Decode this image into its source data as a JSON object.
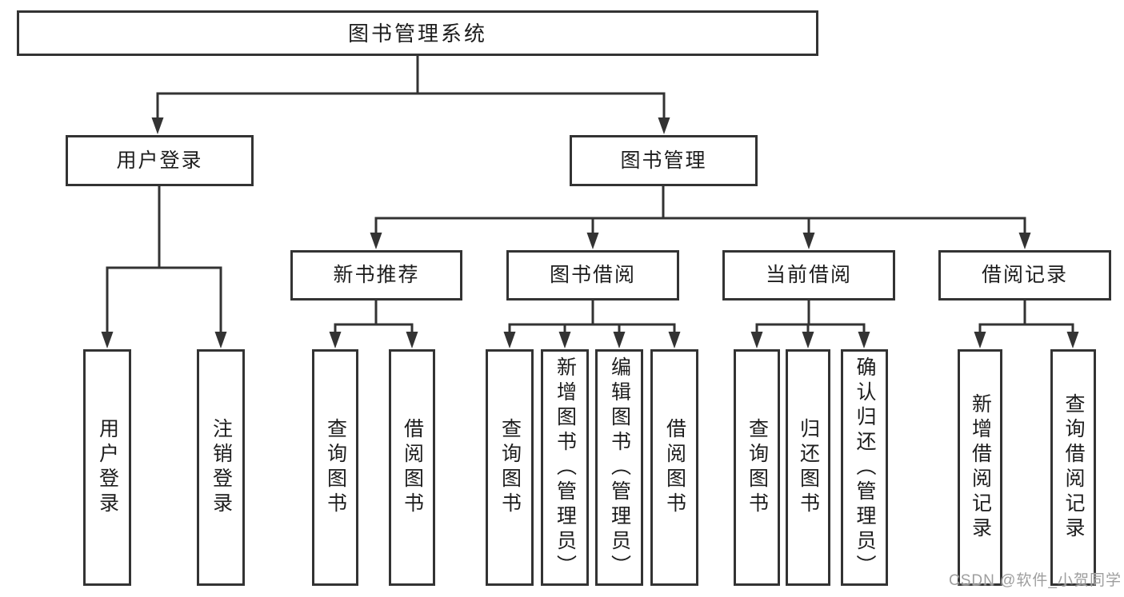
{
  "colors": {
    "background": "#ffffff",
    "line": "#333333",
    "border": "#333333",
    "text": "#1d1d1d",
    "box_fill": "#ffffff",
    "watermark": "#9e9e9e"
  },
  "nodes": {
    "root": {
      "label": "图书管理系统"
    },
    "user_login": {
      "label": "用户登录"
    },
    "book_mgmt": {
      "label": "图书管理"
    },
    "new_book_rec": {
      "label": "新书推荐"
    },
    "book_borrow": {
      "label": "图书借阅"
    },
    "current_borrow": {
      "label": "当前借阅"
    },
    "borrow_records": {
      "label": "借阅记录"
    },
    "leaf_user_login": {
      "label": "用户登录"
    },
    "leaf_logout": {
      "label": "注销登录"
    },
    "leaf_nbr_query": {
      "label": "查询图书"
    },
    "leaf_nbr_borrow": {
      "label": "借阅图书"
    },
    "leaf_bb_query": {
      "label": "查询图书"
    },
    "leaf_bb_add": {
      "label": "新增图书（管理员）"
    },
    "leaf_bb_edit": {
      "label": "编辑图书（管理员）"
    },
    "leaf_bb_borrow": {
      "label": "借阅图书"
    },
    "leaf_cb_query": {
      "label": "查询图书"
    },
    "leaf_cb_return": {
      "label": "归还图书"
    },
    "leaf_cb_confirm": {
      "label": "确认归还（管理员）"
    },
    "leaf_br_add": {
      "label": "新增借阅记录"
    },
    "leaf_br_query": {
      "label": "查询借阅记录"
    }
  },
  "hierarchy": {
    "root": [
      "user_login",
      "book_mgmt"
    ],
    "user_login": [
      "leaf_user_login",
      "leaf_logout"
    ],
    "book_mgmt": [
      "new_book_rec",
      "book_borrow",
      "current_borrow",
      "borrow_records"
    ],
    "new_book_rec": [
      "leaf_nbr_query",
      "leaf_nbr_borrow"
    ],
    "book_borrow": [
      "leaf_bb_query",
      "leaf_bb_add",
      "leaf_bb_edit",
      "leaf_bb_borrow"
    ],
    "current_borrow": [
      "leaf_cb_query",
      "leaf_cb_return",
      "leaf_cb_confirm"
    ],
    "borrow_records": [
      "leaf_br_add",
      "leaf_br_query"
    ]
  },
  "watermark": {
    "text": "CSDN @软件_小贺同学"
  }
}
